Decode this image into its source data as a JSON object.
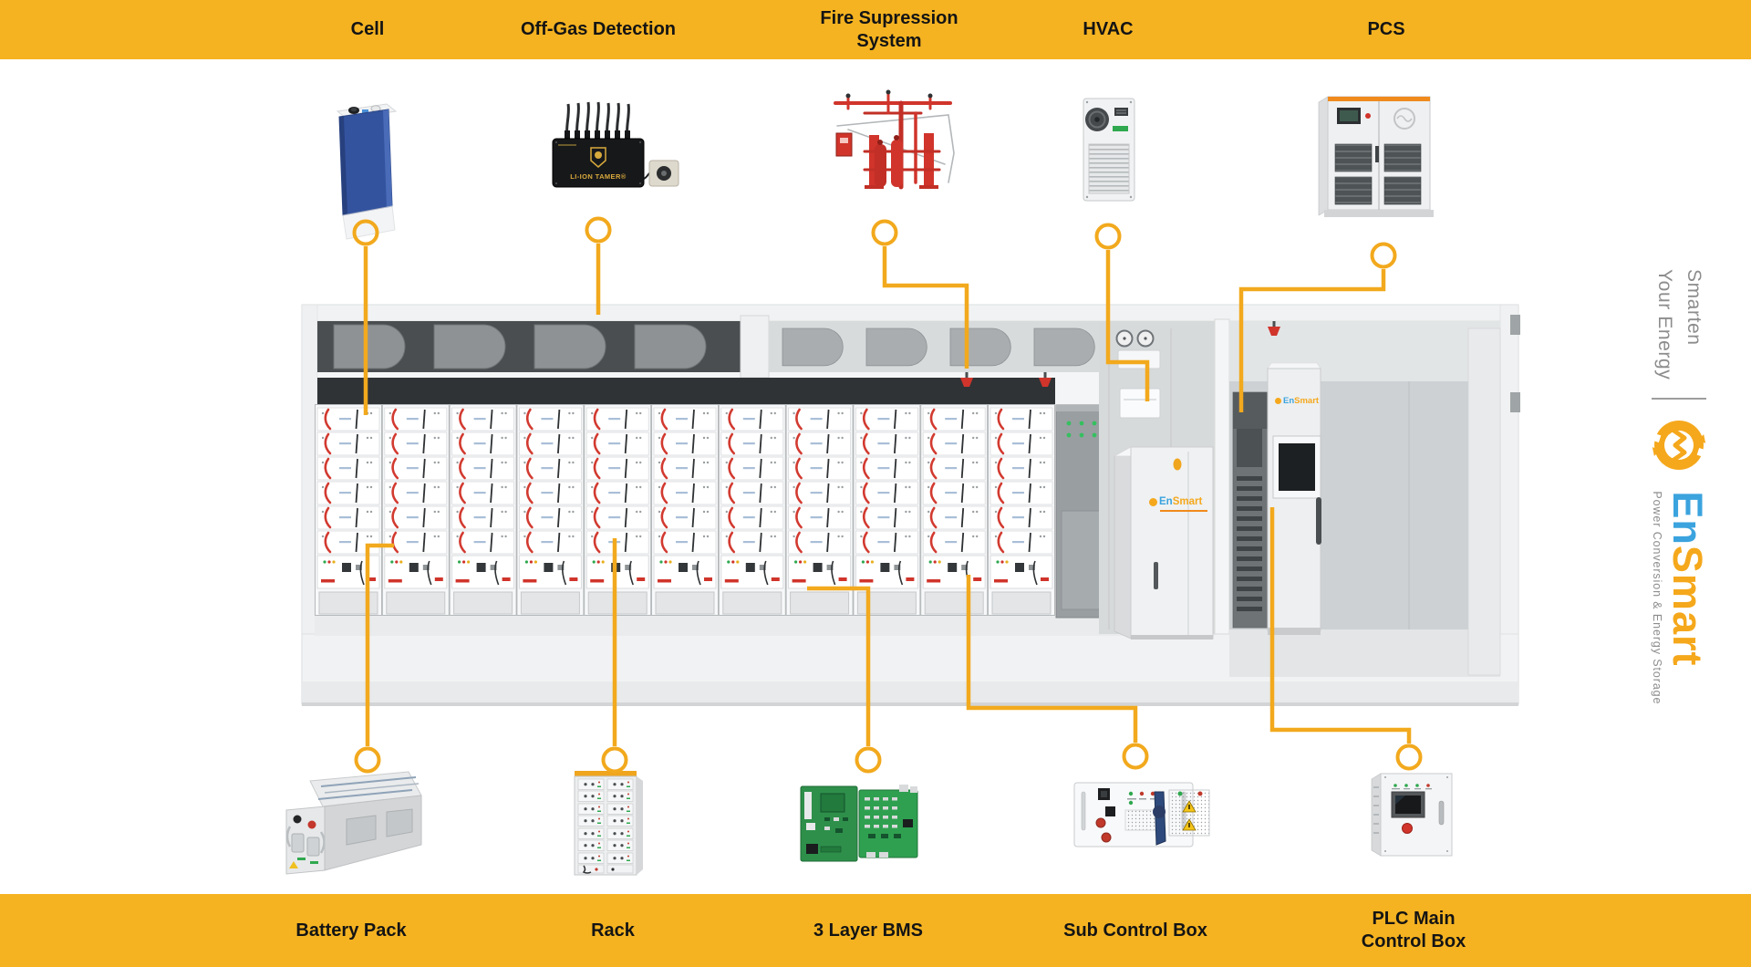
{
  "title": "EnSmart energy storage container component diagram",
  "colors": {
    "banner_yellow": "#F5B321",
    "connector_yellow": "#F2A91D",
    "cell_blue": "#33539F",
    "fire_red": "#D0342B",
    "pcb_green": "#2E9A4E",
    "brand_blue": "#3BA3DE",
    "brand_yellow": "#F5A81C",
    "label_black": "#141414",
    "brand_gray": "#8D8D8D"
  },
  "top_banner": {
    "items": [
      {
        "label": "Cell"
      },
      {
        "label": "Off-Gas Detection"
      },
      {
        "label": "Fire Supression\nSystem"
      },
      {
        "label": "HVAC"
      },
      {
        "label": "PCS"
      }
    ]
  },
  "bottom_banner": {
    "items": [
      {
        "label": "Battery Pack"
      },
      {
        "label": "Rack"
      },
      {
        "label": "3 Layer BMS"
      },
      {
        "label": "Sub Control Box"
      },
      {
        "label": "PLC Main\nControl Box"
      }
    ]
  },
  "brand": {
    "tagline_line1": "Smarten",
    "tagline_line2": "Your Energy",
    "name_part1": "En",
    "name_part2": "Smart",
    "subtitle": "Power Conversion & Energy Storage"
  },
  "equipment_text": {
    "offgas_brand": "LI-ION TAMER®"
  }
}
